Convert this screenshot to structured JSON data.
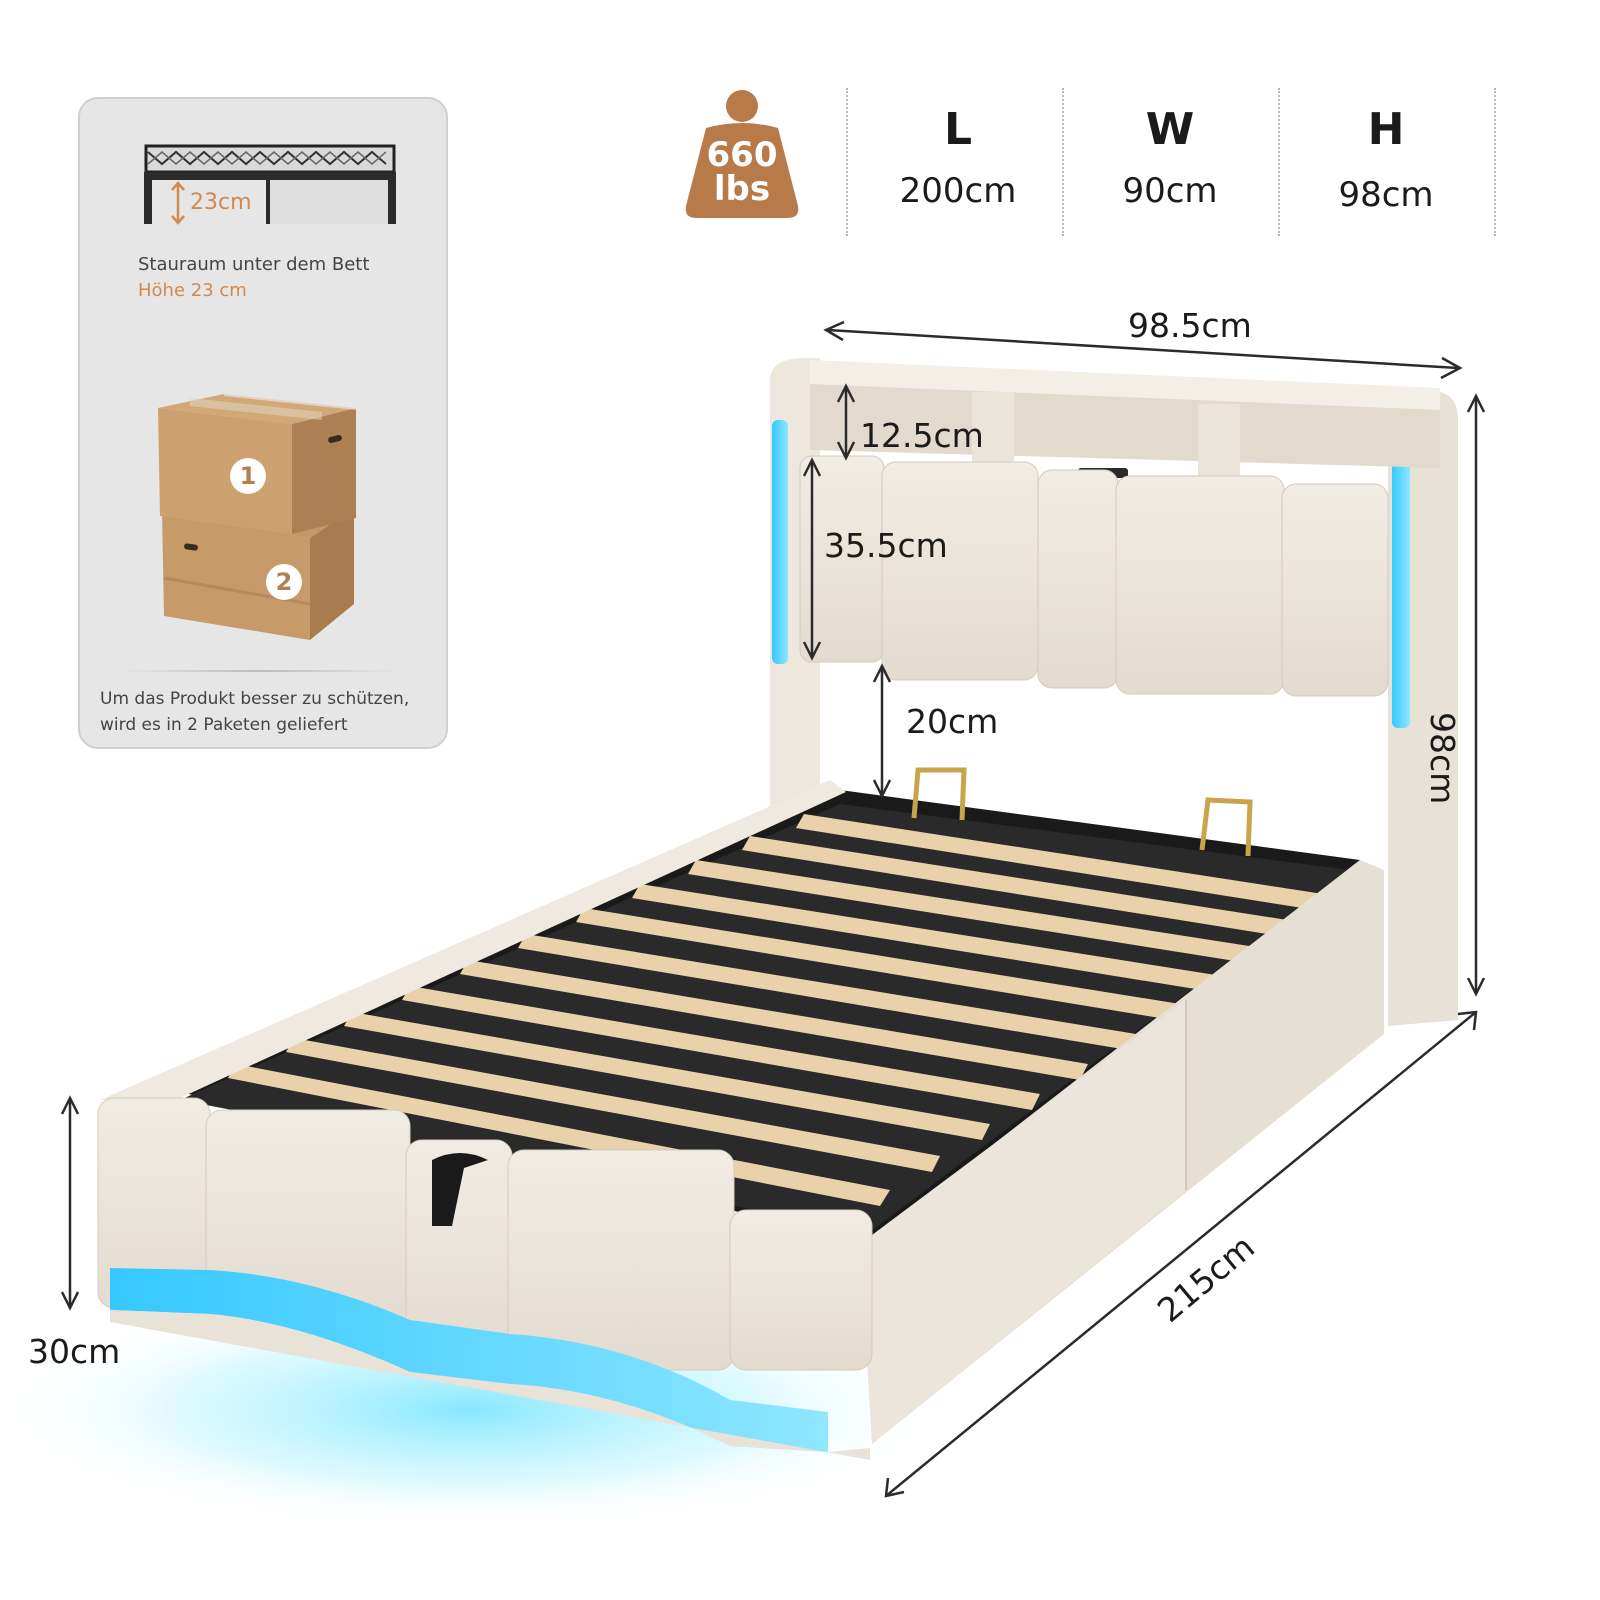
{
  "storage_card": {
    "clearance_label": "23cm",
    "title": "Stauraum unter dem Bett",
    "height_text": "Höhe 23 cm",
    "box1": "1",
    "box2": "2",
    "note_line1": "Um das Produkt besser zu schützen,",
    "note_line2": "wird es in 2 Paketen geliefert"
  },
  "specs": {
    "weight_value": "660",
    "weight_unit": "lbs",
    "length_letter": "L",
    "length_value": "200cm",
    "width_letter": "W",
    "width_value": "90cm",
    "height_letter": "H",
    "height_value": "98cm"
  },
  "dimensions": {
    "headboard_width": "98.5cm",
    "shelf_height": "12.5cm",
    "panel_height": "35.5cm",
    "under_panel_gap": "20cm",
    "total_height": "98cm",
    "frame_height": "30cm",
    "length": "215cm"
  },
  "colors": {
    "accent": "#d08a4f",
    "badge": "#b97a4a",
    "fabric": "#ece6dc",
    "led": "#35c8ff"
  }
}
